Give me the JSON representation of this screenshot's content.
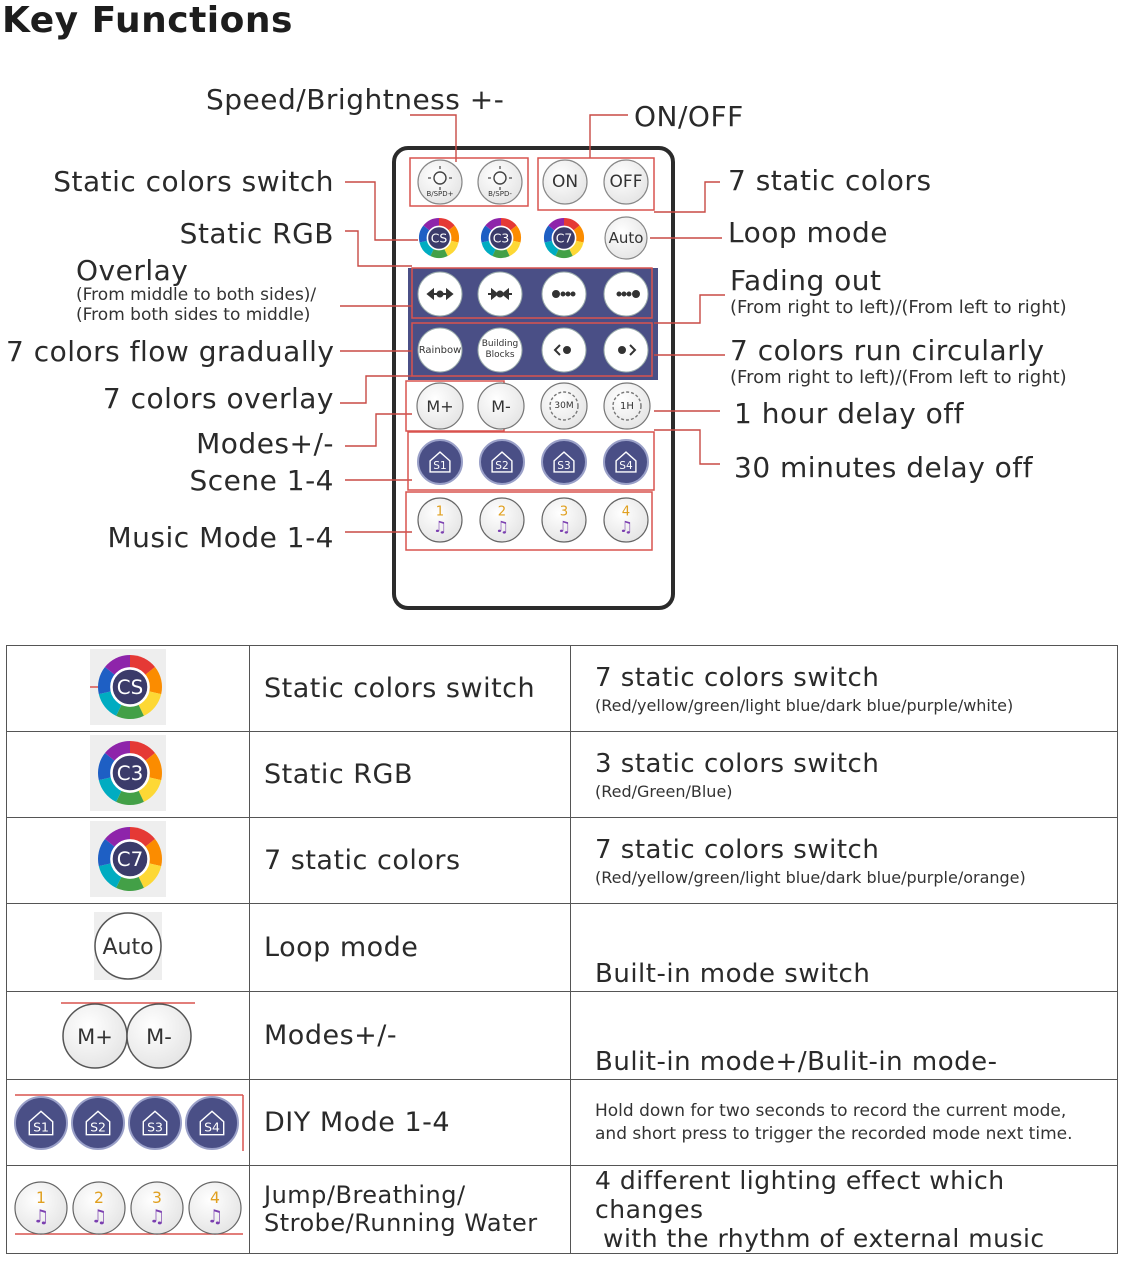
{
  "title": "Key Functions",
  "callouts": {
    "speed": "Speed/Brightness +-",
    "onoff": "ON/OFF",
    "static_switch": "Static colors switch",
    "seven_static": "7 static colors",
    "static_rgb": "Static RGB",
    "loop": "Loop mode",
    "overlay": "Overlay",
    "overlay_sub1": "(From middle to both sides)/",
    "overlay_sub2": "(From both sides to middle)",
    "fading": "Fading out",
    "fading_sub": "(From right to left)/(From left to right)",
    "flow": "7 colors flow gradually",
    "run": "7 colors run circularly",
    "run_sub": "(From right to left)/(From left to right)",
    "c_overlay": "7 colors overlay",
    "hour": "1 hour delay off",
    "modes": "Modes+/-",
    "min30": "30 minutes delay off",
    "scene": "Scene 1-4",
    "music": "Music Mode 1-4"
  },
  "remote": {
    "brightness_up": "B/SPD+",
    "brightness_down": "B/SPD-",
    "on": "ON",
    "off": "OFF",
    "cs": "CS",
    "c3": "C3",
    "c7": "C7",
    "auto": "Auto",
    "rainbow": "Rainbow",
    "building": "Building",
    "blocks": "Blocks",
    "m_plus": "M+",
    "m_minus": "M-",
    "t30": "30M",
    "t1h": "1H",
    "s1": "S1",
    "s2": "S2",
    "s3": "S3",
    "s4": "S4",
    "n1": "1",
    "n2": "2",
    "n3": "3",
    "n4": "4"
  },
  "table": [
    {
      "icon": "CS",
      "name": "Static colors switch",
      "desc": "7 static colors switch",
      "desc_sub": "(Red/yellow/green/light blue/dark blue/purple/white)"
    },
    {
      "icon": "C3",
      "name": "Static RGB",
      "desc": "3 static colors switch",
      "desc_sub": "(Red/Green/Blue)"
    },
    {
      "icon": "C7",
      "name": "7 static colors",
      "desc": "7 static colors switch",
      "desc_sub": "(Red/yellow/green/light blue/dark blue/purple/orange)"
    },
    {
      "icon": "Auto",
      "name": "Loop mode",
      "desc": "Built-in mode switch"
    },
    {
      "icon_a": "M+",
      "icon_b": "M-",
      "name": "Modes+/-",
      "desc": "Bulit-in mode+/Bulit-in mode-"
    },
    {
      "icons": [
        "S1",
        "S2",
        "S3",
        "S4"
      ],
      "name": "DIY Mode 1-4",
      "desc_l1": "Hold down for two seconds to record the current mode,",
      "desc_l2": "and short press to trigger the recorded mode next time."
    },
    {
      "icons": [
        "1",
        "2",
        "3",
        "4"
      ],
      "name_l1": "Jump/Breathing/",
      "name_l2": "Strobe/Running Water",
      "desc_l1": "4 different lighting effect which changes",
      "desc_l2": "with the rhythm of external music"
    }
  ],
  "colors": {
    "accent_red": "#d9534f",
    "panel": "#4a4f86",
    "ink": "#2a2a2a"
  }
}
